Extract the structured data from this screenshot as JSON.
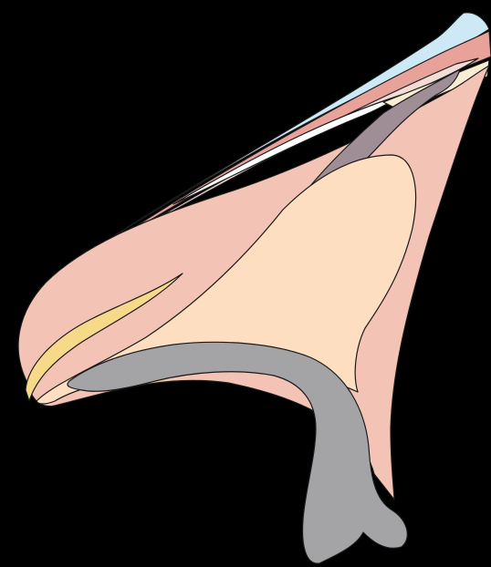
{
  "diagram": {
    "background": "#000000",
    "outline_color": "#1a1a1a",
    "layers": [
      {
        "name": "outer-blue-layer",
        "color": "#cde9f6"
      },
      {
        "name": "red-muscle-layer",
        "color": "#e8a29a"
      },
      {
        "name": "light-tissue-layer",
        "color": "#f1dcd6"
      },
      {
        "name": "white-layer",
        "color": "#ffffff"
      },
      {
        "name": "pink-tissue-layer",
        "color": "#f3c4b6"
      },
      {
        "name": "mauve-gray-structure",
        "color": "#a08e96"
      },
      {
        "name": "yellow-band",
        "color": "#f7d98a"
      },
      {
        "name": "peach-core",
        "color": "#fddec0"
      },
      {
        "name": "gray-structure",
        "color": "#a4a4a6"
      },
      {
        "name": "cream-strip",
        "color": "#f8ecd2"
      }
    ]
  }
}
